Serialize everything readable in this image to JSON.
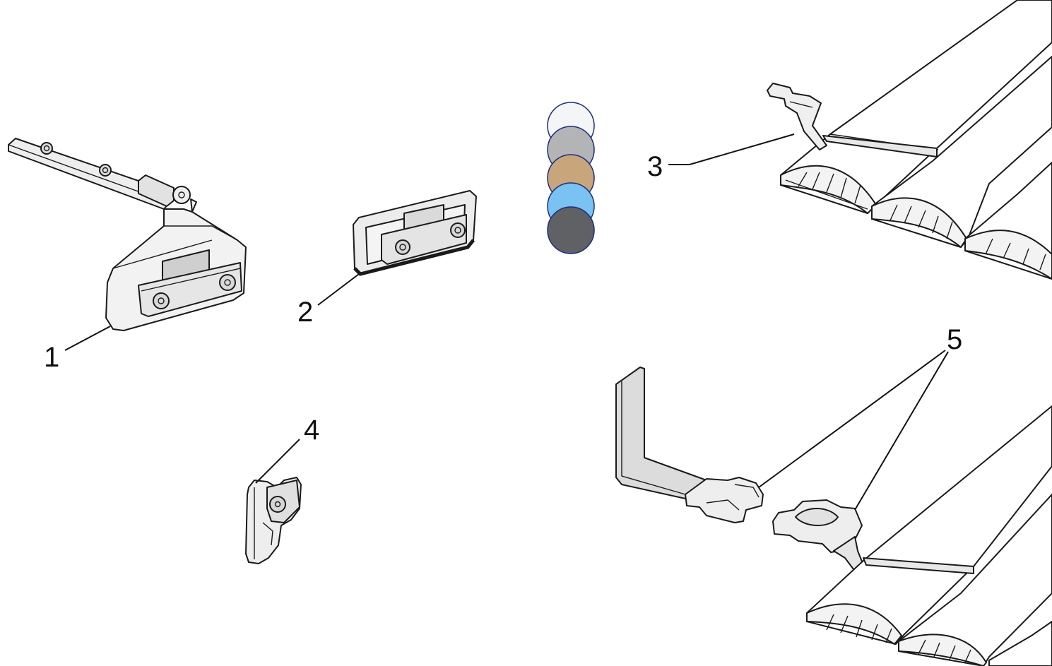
{
  "callouts": [
    "1",
    "2",
    "3",
    "4",
    "5"
  ],
  "swatches": [
    {
      "name": "white",
      "color": "#f4f5f7"
    },
    {
      "name": "grey",
      "color": "#b3b4b6"
    },
    {
      "name": "beige",
      "color": "#c9a57c"
    },
    {
      "name": "blue",
      "color": "#79c2f2"
    },
    {
      "name": "anthracite",
      "color": "#606164"
    }
  ],
  "colors": {
    "line": "#1a1a1a",
    "part_fill": "#f1f1f1",
    "part_shade": "#d4d4d4",
    "part_dark": "#9a9a9a",
    "swatch_outline": "#1f2e7a"
  }
}
